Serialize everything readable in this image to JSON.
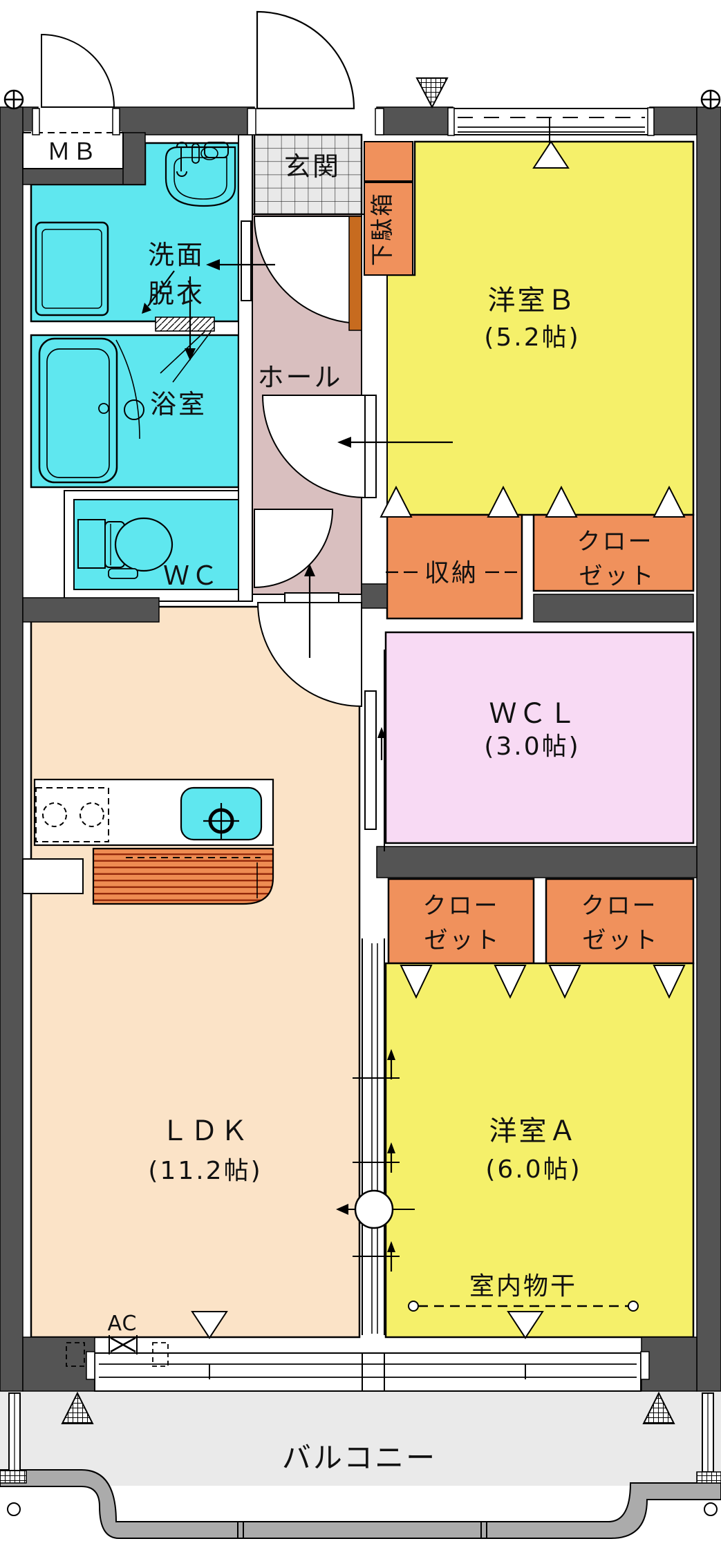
{
  "plan": {
    "type": "japanese-apartment-floor-plan",
    "labels": {
      "mb": "ＭＢ",
      "genkan": "玄関",
      "getabako": "下駄箱",
      "senmen1": "洗面",
      "senmen2": "脱衣",
      "bath": "浴室",
      "wc": "ＷＣ",
      "hall": "ホール",
      "room_b": "洋室Ｂ",
      "room_b_size": "(5.2帖)",
      "shuno": "収納",
      "closet_line1": "クロー",
      "closet_line2": "ゼット",
      "wcl": "ＷＣＬ",
      "wcl_size": "(3.0帖)",
      "room_a": "洋室Ａ",
      "room_a_size": "(6.0帖)",
      "ldk": "ＬＤＫ",
      "ldk_size": "(11.2帖)",
      "monohoshi": "室内物干",
      "ac": "AC",
      "balcony": "バルコニー"
    },
    "colors": {
      "wall": "#545454",
      "wet": "#5FE7EF",
      "yellow": "#F5F06A",
      "orange": "#F0915C",
      "hall": "#D9BFBF",
      "step": "#C76B1F",
      "wcl": "#F8DAF4",
      "ldk": "#FBE3C7",
      "tile": "#E9E9E9",
      "balcony_floor": "#EAEAEA",
      "balcony_rail": "#ABABAB",
      "counter": "#EE8C52",
      "line": "#111111"
    }
  }
}
